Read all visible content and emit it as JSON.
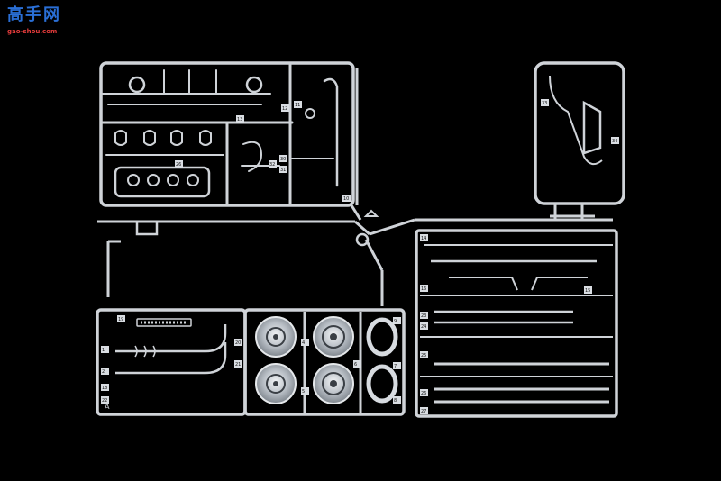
{
  "watermark": {
    "title": "高手网",
    "url": "gao-shou.com",
    "colors": {
      "title": "#2a6fd6",
      "url": "#e33b3b",
      "mascot": "#e23b3b"
    }
  },
  "scene": {
    "subject": "model kit sprue sheet",
    "background": "#000000",
    "frame_color": "#cfd3d8",
    "tag_color": "#d9dde2"
  },
  "sprue": {
    "tag_labels": {
      "upper_left": [
        "11",
        "12",
        "13",
        "26",
        "30",
        "31",
        "32",
        "10"
      ],
      "upper_right": [
        "33",
        "34"
      ],
      "right_panel": [
        "14",
        "16",
        "15",
        "23",
        "24",
        "25",
        "26",
        "27"
      ],
      "lower_left": [
        "1",
        "2",
        "18",
        "19",
        "20",
        "21",
        "22"
      ],
      "wheels": [
        "4",
        "5",
        "6",
        "7",
        "8",
        "9"
      ]
    },
    "letter_tag": "A"
  }
}
